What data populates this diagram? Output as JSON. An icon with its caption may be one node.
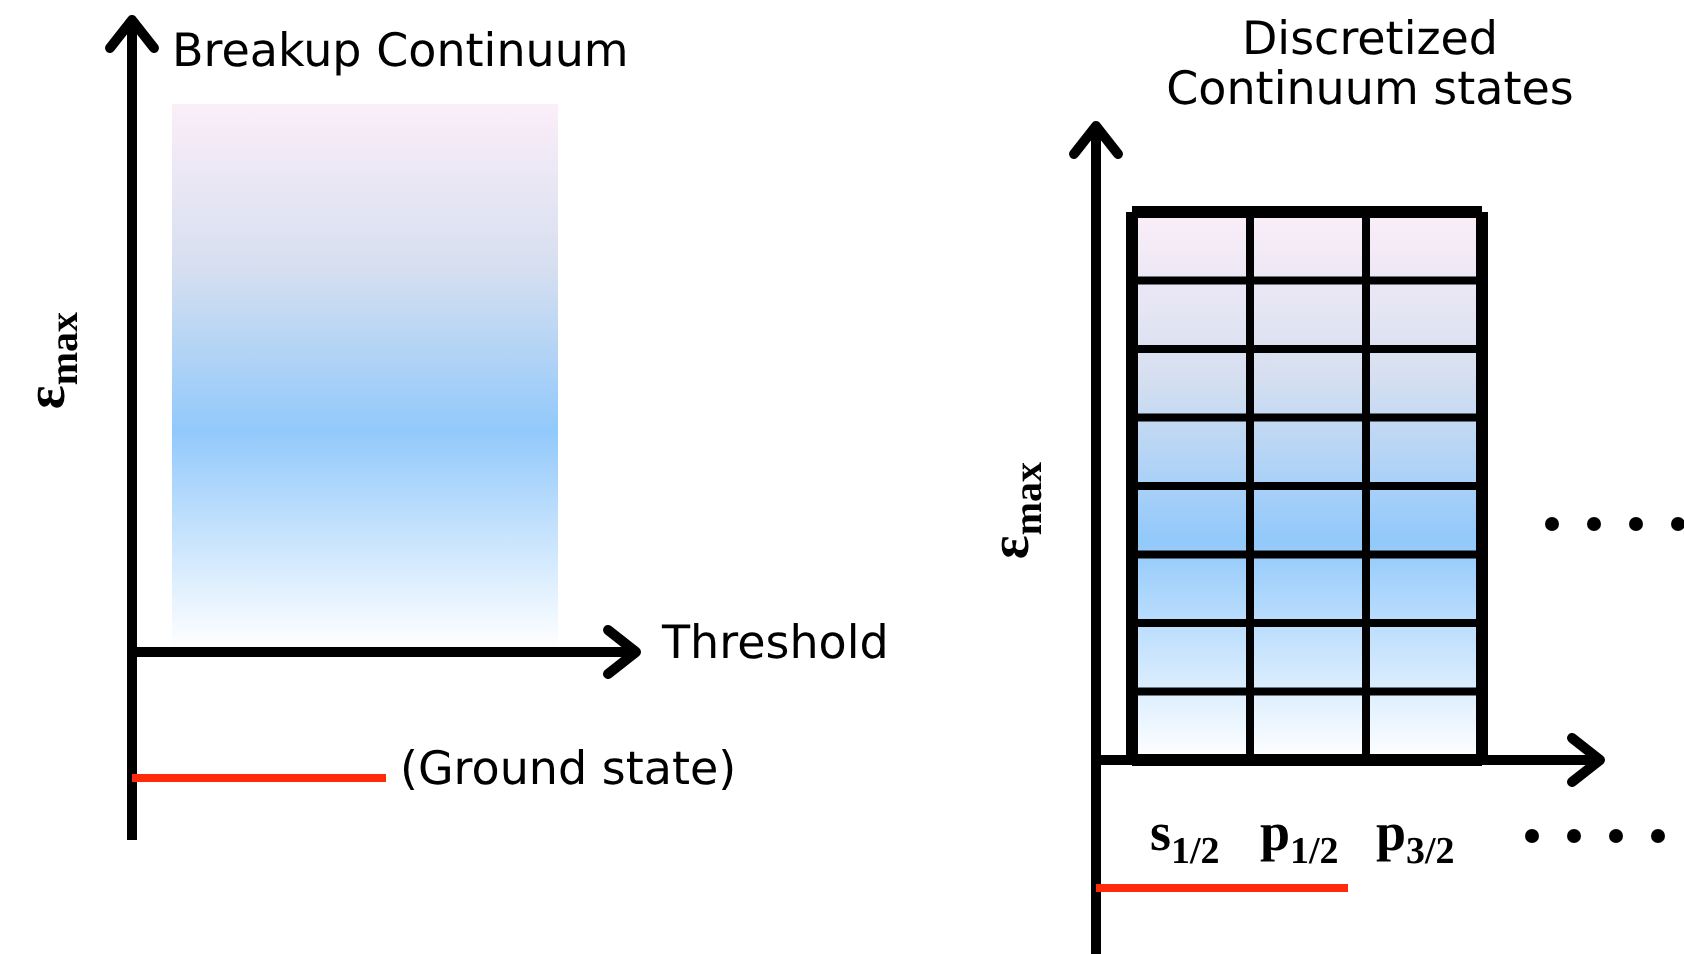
{
  "diagram": {
    "nodes": [
      {
        "text": [],
        "shape": "box"
      }
    ],
    "labels": [
      "Breakup Continuum",
      "ε$_{max}$",
      "Threshold",
      "(Ground state)",
      "Discretized Continuum states",
      "ε$_{max}$",
      "s$_{1/2}$",
      "p$_{1/2}$",
      "p$_{3/2}$"
    ]
  }
}
